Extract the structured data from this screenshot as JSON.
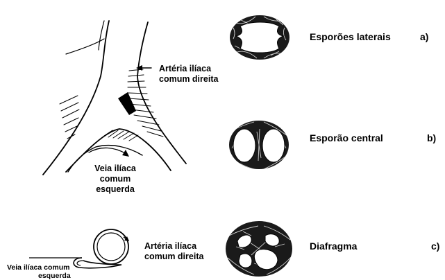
{
  "figure": {
    "top_drawing": {
      "artery_label_line1": "Artéria ilíaca",
      "artery_label_line2": "comum direita",
      "vein_label_line1": "Veia ilíaca",
      "vein_label_line2": "comum",
      "vein_label_line3": "esquerda"
    },
    "bottom_drawing": {
      "artery_label_line1": "Artéria ilíaca",
      "artery_label_line2": "comum direita",
      "vein_label_line1": "Veia ilíaca comum",
      "vein_label_line2": "esquerda"
    },
    "variants": [
      {
        "name": "Esporões laterais",
        "letter": "a)"
      },
      {
        "name": "Esporão central",
        "letter": "b)"
      },
      {
        "name": "Diafragma",
        "letter": "c)"
      }
    ]
  }
}
